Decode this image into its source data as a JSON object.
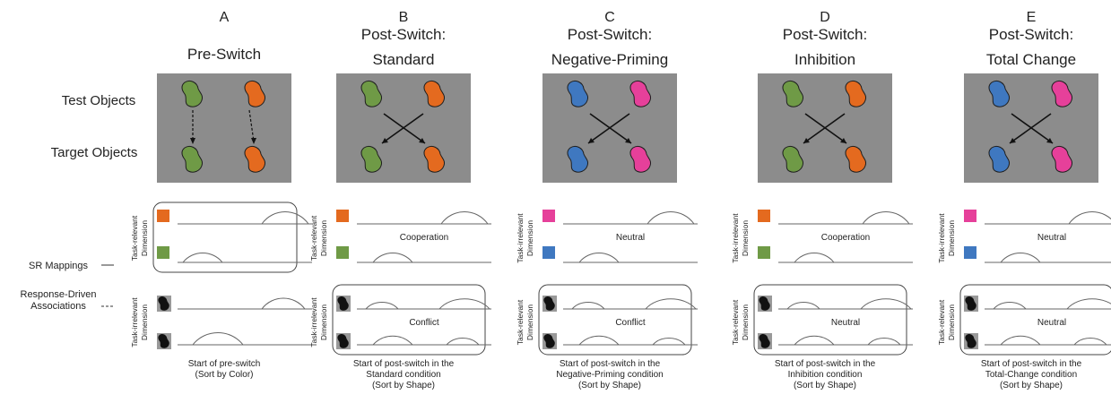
{
  "row_labels": {
    "test_objects": "Test Objects",
    "target_objects": "Target Objects",
    "sr_mappings": "SR Mappings",
    "response_driven": [
      "Response-Driven",
      "Associations"
    ]
  },
  "colors": {
    "green": "#6f9a46",
    "orange": "#e46a1f",
    "blue": "#3f78c0",
    "pink": "#e6409a",
    "panel_gray": "#8c8c8c"
  },
  "panels": [
    {
      "letter": "A",
      "title": [
        "Pre-Switch"
      ],
      "test_colors": [
        "green",
        "orange"
      ],
      "target_colors": [
        "green",
        "orange"
      ],
      "arrows": "straight",
      "relevant_label": [
        "Task-relevant",
        "Dimension"
      ],
      "irrelevant_label": [
        "Task-irrelevant",
        "Dimension"
      ],
      "color_swatches": [
        "orange",
        "green"
      ],
      "upper_boxed": true,
      "upper_label": "",
      "lower_boxed": false,
      "lower_label": "",
      "caption": [
        "Start of pre-switch",
        "(Sort by Color)"
      ]
    },
    {
      "letter": "B",
      "title": [
        "Post-Switch:",
        "Standard"
      ],
      "test_colors": [
        "green",
        "orange"
      ],
      "target_colors": [
        "green",
        "orange"
      ],
      "arrows": "cross",
      "relevant_label": [
        "Task-relevant",
        "Dimension"
      ],
      "irrelevant_label": [
        "Task-irrelevant",
        "Dimension"
      ],
      "color_swatches": [
        "orange",
        "green"
      ],
      "upper_boxed": false,
      "upper_label": "Cooperation",
      "lower_boxed": true,
      "lower_label": "Conflict",
      "caption": [
        "Start of post-switch in the",
        "Standard condition",
        "(Sort by Shape)"
      ]
    },
    {
      "letter": "C",
      "title": [
        "Post-Switch:",
        "Negative-Priming"
      ],
      "test_colors": [
        "blue",
        "pink"
      ],
      "target_colors": [
        "blue",
        "pink"
      ],
      "arrows": "cross",
      "relevant_label": [
        "Task-irrelevant",
        "Dimension"
      ],
      "irrelevant_label": [
        "Task-relevant",
        "Dimension"
      ],
      "color_swatches": [
        "pink",
        "blue"
      ],
      "upper_boxed": false,
      "upper_label": "Neutral",
      "lower_boxed": true,
      "lower_label": "Conflict",
      "caption": [
        "Start of post-switch in the",
        "Negative-Priming condition",
        "(Sort by Shape)"
      ]
    },
    {
      "letter": "D",
      "title": [
        "Post-Switch:",
        "Inhibition"
      ],
      "test_colors": [
        "green",
        "orange"
      ],
      "target_colors": [
        "green",
        "orange"
      ],
      "arrows": "cross",
      "relevant_label": [
        "Task-irrelevant",
        "Dimension"
      ],
      "irrelevant_label": [
        "Task-relevant",
        "Dimension"
      ],
      "color_swatches": [
        "orange",
        "green"
      ],
      "upper_boxed": false,
      "upper_label": "Cooperation",
      "lower_boxed": true,
      "lower_label": "Neutral",
      "caption": [
        "Start of post-switch in the",
        "Inhibition condition",
        "(Sort by Shape)"
      ]
    },
    {
      "letter": "E",
      "title": [
        "Post-Switch:",
        "Total Change"
      ],
      "test_colors": [
        "blue",
        "pink"
      ],
      "target_colors": [
        "blue",
        "pink"
      ],
      "arrows": "cross",
      "relevant_label": [
        "Task-irrelevant",
        "Dimension"
      ],
      "irrelevant_label": [
        "Task-relevant",
        "Dimension"
      ],
      "color_swatches": [
        "pink",
        "blue"
      ],
      "upper_boxed": false,
      "upper_label": "Neutral",
      "lower_boxed": true,
      "lower_label": "Neutral",
      "caption": [
        "Start of post-switch in the",
        "Total-Change condition",
        "(Sort by Shape)"
      ]
    }
  ]
}
